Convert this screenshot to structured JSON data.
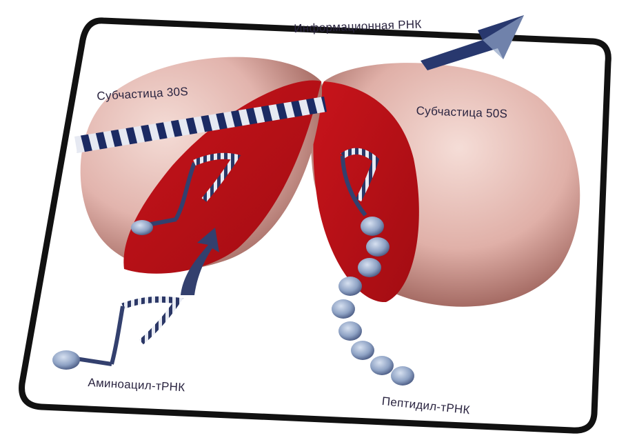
{
  "labels": {
    "mrna": "Информационная РНК",
    "subunit_30s": "Субчастица 30S",
    "subunit_50s": "Субчастица 50S",
    "aminoacyl_trna": "Аминоацил-тРНК",
    "peptidyl_trna": "Пептидил-тРНК"
  },
  "colors": {
    "card_border": "#111111",
    "ribosome_skin": "#e9c3bd",
    "ribosome_shadow": "#9d5a50",
    "ribosome_cut": "#b80e15",
    "mrna_dark": "#1b2a63",
    "mrna_light": "#e6e9f2",
    "trna": "#33406e",
    "bead": "#8ea2c4"
  },
  "icons": [
    "mrna-arrow-icon",
    "incoming-arrow-icon",
    "trna-loop-icon",
    "peptide-bead-icon"
  ]
}
